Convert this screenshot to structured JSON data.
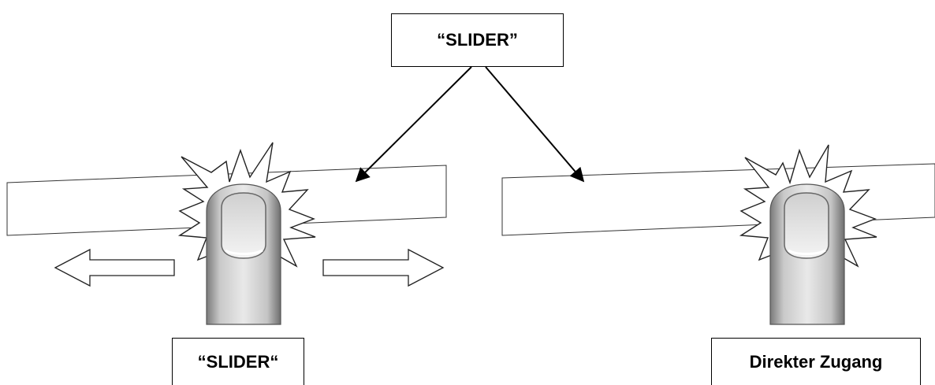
{
  "labels": {
    "top": "“SLIDER”",
    "bottom_left": "“SLIDER“",
    "bottom_right": "Direkter Zugang"
  },
  "icons": {
    "finger": "finger-touch-icon",
    "burst": "touch-burst-icon",
    "arrow_left": "hollow-arrow-left-icon",
    "arrow_right": "hollow-arrow-right-icon"
  }
}
